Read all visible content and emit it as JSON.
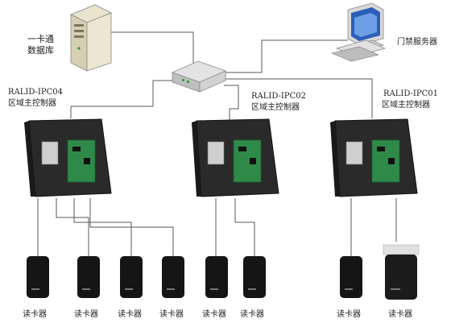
{
  "database": {
    "line1": "一卡通",
    "line2": "数据库"
  },
  "access_server": {
    "label": "门禁服务器"
  },
  "controllers": [
    {
      "model": "RALID-IPC04",
      "desc": "区域主控制器"
    },
    {
      "model": "RALID-IPC02",
      "desc": "区域主控制器"
    },
    {
      "model": "RALID-IPC01",
      "desc": "区域主控制器"
    }
  ],
  "readers": [
    {
      "label": "读卡器"
    },
    {
      "label": "读卡器"
    },
    {
      "label": "读卡器"
    },
    {
      "label": "读卡器"
    },
    {
      "label": "读卡器"
    },
    {
      "label": "读卡器"
    },
    {
      "label": "读卡器"
    },
    {
      "label": "读卡器"
    }
  ],
  "icons": {
    "server": "server-tower-icon",
    "pc": "desktop-computer-icon",
    "switch": "network-switch-icon",
    "controller": "controller-box-icon",
    "reader": "card-reader-icon"
  },
  "colors": {
    "line": "#5a5a5a",
    "controller_body": "#2a2a2a",
    "pcb": "#2f8a4a",
    "reader_body": "#151515"
  }
}
